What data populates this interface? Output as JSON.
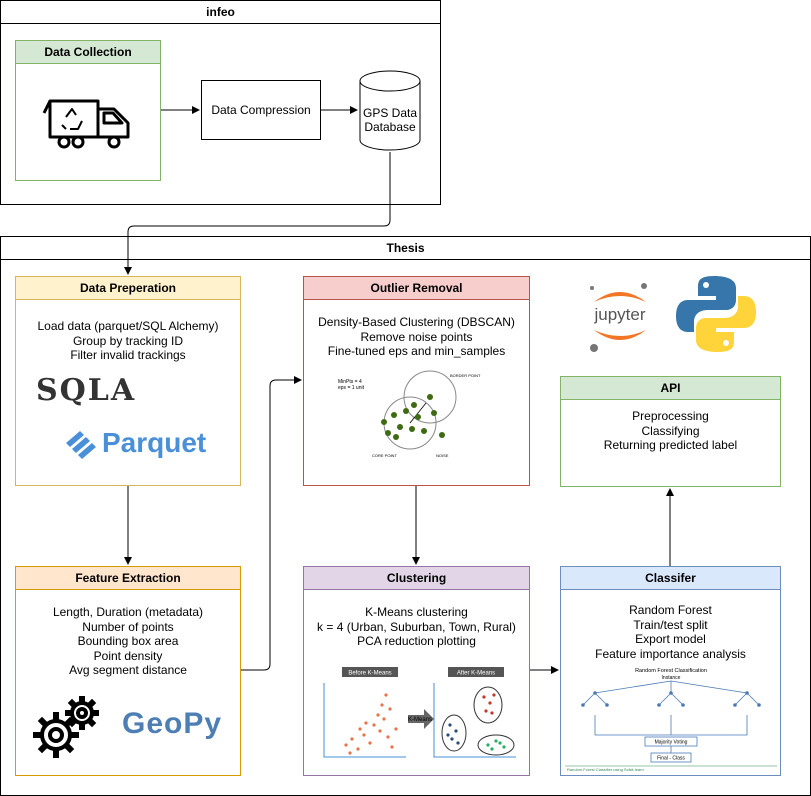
{
  "infeo": {
    "title": "infeo",
    "data_collection": "Data Collection",
    "data_compression": "Data Compression",
    "gps_db": [
      "GPS Data",
      "Database"
    ]
  },
  "thesis": {
    "title": "Thesis",
    "data_prep": {
      "title": "Data Preperation",
      "lines": [
        "Load data (parquet/SQL Alchemy)",
        "Group by tracking ID",
        "Filter invalid trackings"
      ],
      "logo_sqla": "SQLA",
      "logo_parquet": "Parquet"
    },
    "feature_extraction": {
      "title": "Feature Extraction",
      "lines": [
        "Length, Duration (metadata)",
        "Number of points",
        "Bounding box area",
        "Point density",
        "Avg segment distance"
      ],
      "logo_geopy": "GeoPy"
    },
    "outlier_removal": {
      "title": "Outlier Removal",
      "lines": [
        "Density-Based Clustering (DBSCAN)",
        "Remove noise points",
        "Fine-tuned eps and min_samples"
      ],
      "figure": {
        "minpts": "MinPts = 4",
        "eps": "eps = 1 unit",
        "border": "BORDER POINT",
        "core": "CORE POINT",
        "noise": "NOISE"
      }
    },
    "clustering": {
      "title": "Clustering",
      "lines": [
        "K-Means clustering",
        "k = 4 (Urban, Suburban, Town, Rural)",
        "PCA reduction plotting"
      ],
      "figure": {
        "before": "Before K-Means",
        "after": "After K-Means",
        "arrow": "K-Means"
      }
    },
    "classifier": {
      "title": "Classifer",
      "lines": [
        "Random Forest",
        "Train/test split",
        "Export model",
        "Feature importance analysis"
      ],
      "figure": {
        "title": "Random Forest Classification",
        "instance": "Instance",
        "majority": "Majority Voting",
        "final": "Final - Class",
        "footer": "Random Forest Classifier using Scikit-learn"
      }
    },
    "api": {
      "title": "API",
      "lines": [
        "Preprocessing",
        "Classifying",
        "Returning predicted label"
      ]
    },
    "logo_jupyter": "jupyter"
  },
  "colors": {
    "green_fill": "#d5e8d4",
    "green_stroke": "#82b366",
    "orange_fill": "#fff2cc",
    "orange_stroke": "#d6b656",
    "peach_fill": "#ffe6cc",
    "peach_stroke": "#d79b00",
    "red_fill": "#f8cecc",
    "red_stroke": "#b85450",
    "purple_fill": "#e1d5e7",
    "purple_stroke": "#9673a6",
    "blue_fill": "#dae8fc",
    "blue_stroke": "#6c8ebf"
  }
}
